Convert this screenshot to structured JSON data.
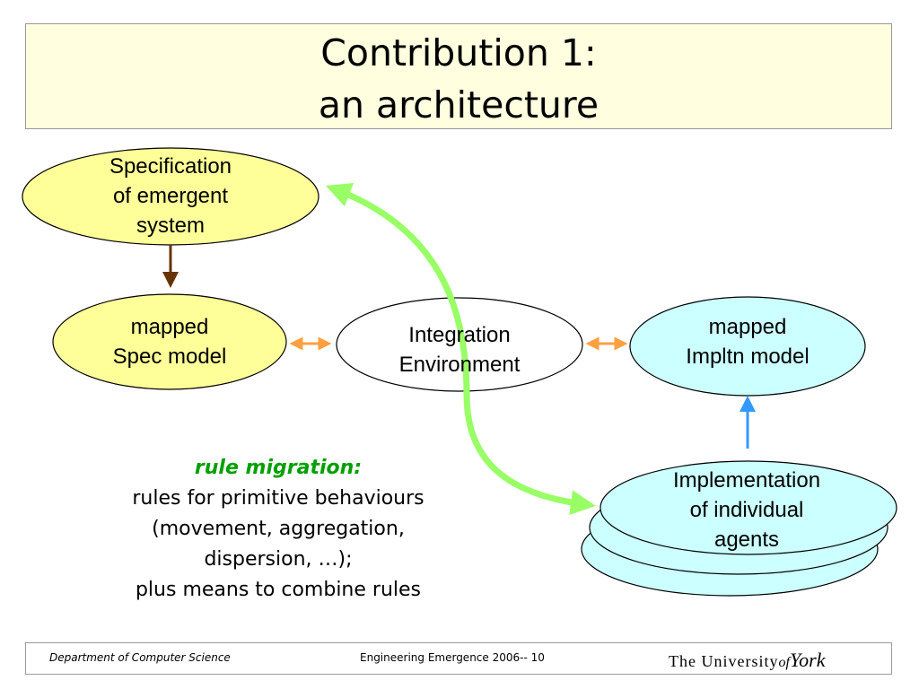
{
  "title": {
    "line1": "Contribution 1:",
    "line2": "an architecture"
  },
  "nodes": {
    "spec_system": [
      "Specification",
      "of emergent",
      "system"
    ],
    "spec_model": [
      "mapped",
      "Spec model"
    ],
    "integration": [
      "Integration",
      "Environment"
    ],
    "impl_model": [
      "mapped",
      "Impltn model"
    ],
    "agents": [
      "Implementation",
      "of individual",
      "agents"
    ]
  },
  "rules": {
    "heading": "rule migration:",
    "lines": [
      "rules for primitive behaviours",
      "(movement, aggregation,",
      "dispersion, …);",
      "plus means to combine rules"
    ]
  },
  "footer": {
    "department": "Department of Computer Science",
    "slide": "Engineering Emergence 2006-- 10",
    "logo": {
      "the": "The University",
      "of": "of",
      "york": "York"
    }
  },
  "colors": {
    "title_bg": "#ffffe0",
    "spec_fill": "#ffff99",
    "impl_fill": "#ccffff",
    "green_arrow": "#99ff66",
    "orange_arrow": "#ffa040",
    "brown_arrow": "#663300",
    "blue_arrow": "#3399ff",
    "rule_heading": "#00a000"
  }
}
